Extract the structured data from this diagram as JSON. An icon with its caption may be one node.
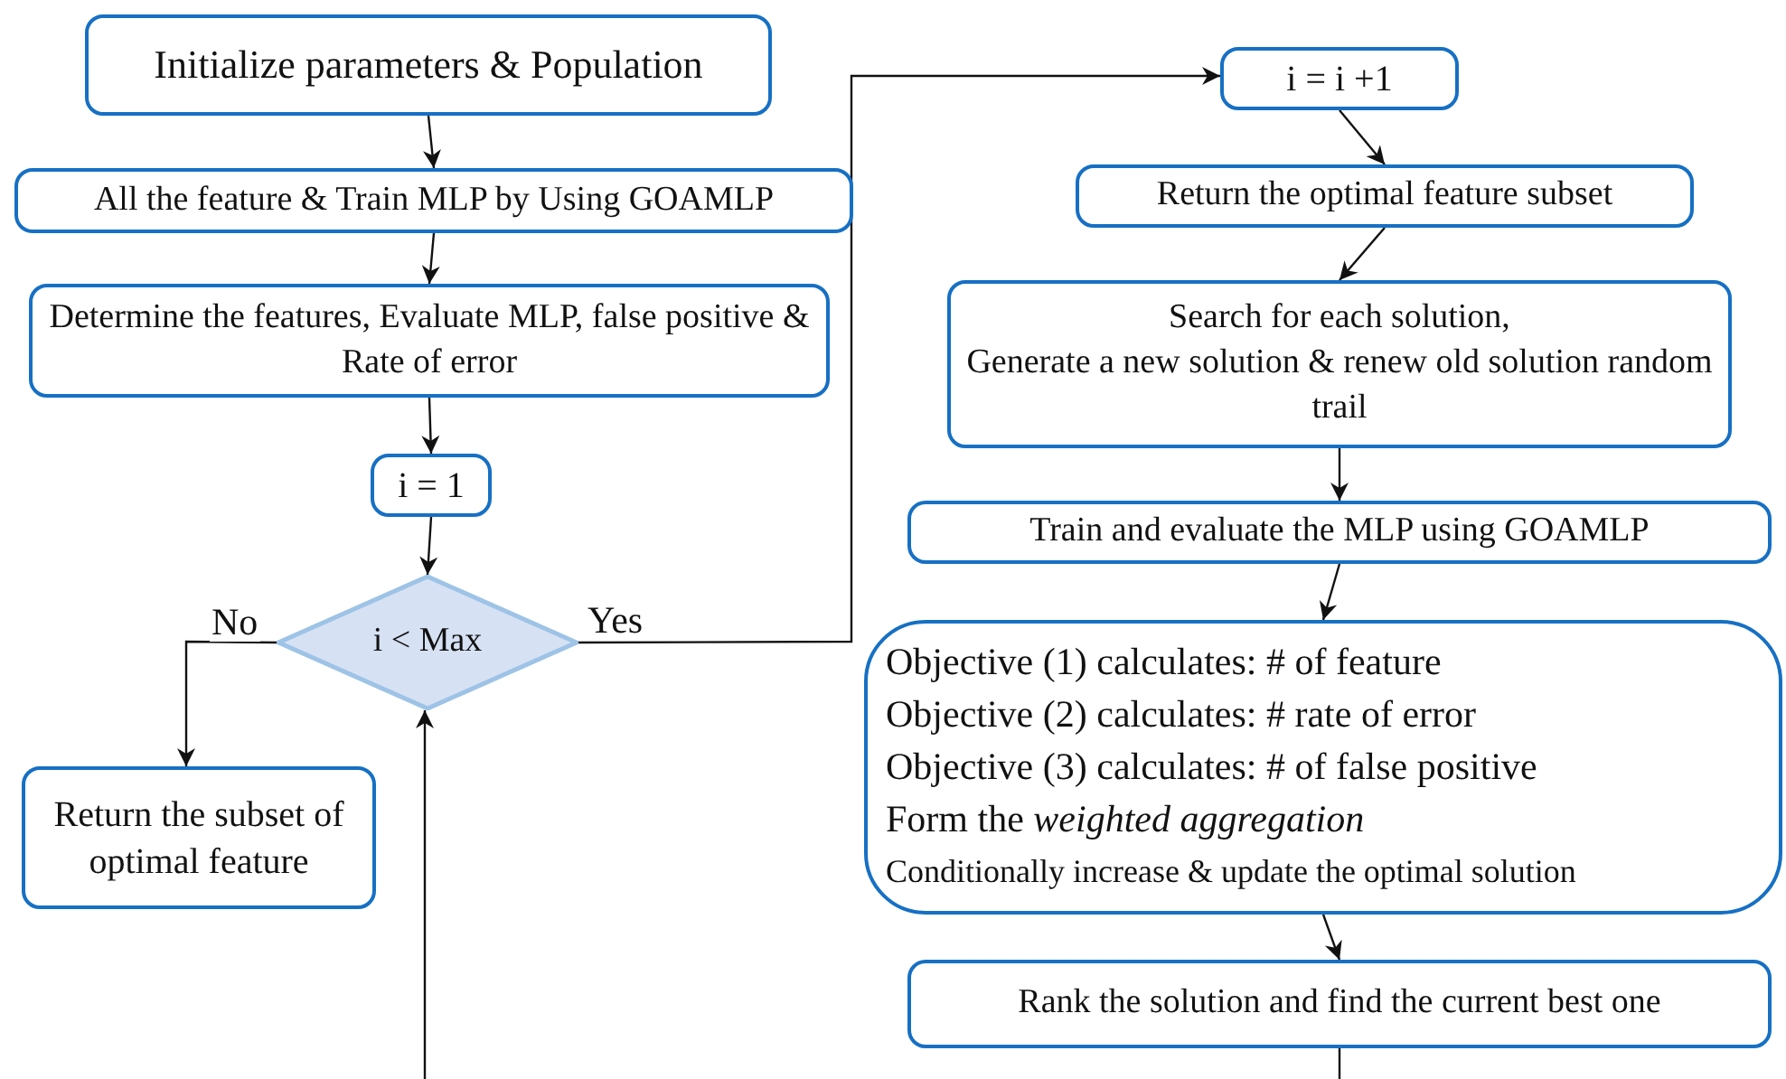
{
  "diagram": {
    "nodes": [
      {
        "text": [
          "Initialize parameters & Population"
        ]
      },
      {
        "text": [
          "All the feature & Train MLP by Using GOAMLP"
        ]
      },
      {
        "text": [
          "Determine the features, Evaluate MLP, false positive & Rate of error"
        ]
      },
      {
        "text": [
          "i = 1"
        ]
      },
      {
        "text": [
          "i < Max"
        ]
      },
      {
        "text": [
          "Return the subset of optimal feature"
        ]
      },
      {
        "text": [
          "i = i +1"
        ]
      },
      {
        "text": [
          "Return the optimal feature subset"
        ]
      },
      {
        "text": [
          "Search for each solution,",
          "Generate a new solution & renew old solution random trail"
        ]
      },
      {
        "text": [
          "Train and evaluate the MLP using GOAMLP"
        ]
      },
      {
        "text": [
          "Objective (1) calculates: # of feature",
          "Objective (2) calculates: # rate of error",
          "Objective (3) calculates: # of false positive",
          "Form the *weighted aggregation*",
          "Conditionally increase & update the optimal solution"
        ]
      },
      {
        "text": [
          "Rank the solution and find the current best one"
        ]
      }
    ],
    "edges": [
      {
        "from": 0,
        "to": 1,
        "arrow": "to"
      },
      {
        "from": 1,
        "to": 2,
        "arrow": "to"
      },
      {
        "from": 2,
        "to": 3,
        "arrow": "to"
      },
      {
        "from": 3,
        "to": 4,
        "arrow": "to"
      },
      {
        "from": 4,
        "to": 5,
        "arrow": "to",
        "label": "No"
      },
      {
        "from": 4,
        "to": 6,
        "arrow": "to",
        "label": "Yes"
      },
      {
        "from": 6,
        "to": 7,
        "arrow": "to"
      },
      {
        "from": 7,
        "to": 8,
        "arrow": "to"
      },
      {
        "from": 8,
        "to": 9,
        "arrow": "to"
      },
      {
        "from": 9,
        "to": 10,
        "arrow": "to"
      },
      {
        "from": 10,
        "to": 11,
        "arrow": "to"
      },
      {
        "from": 11,
        "to": null,
        "arrow": "none"
      },
      {
        "from": null,
        "to": 4,
        "arrow": "to"
      }
    ]
  }
}
